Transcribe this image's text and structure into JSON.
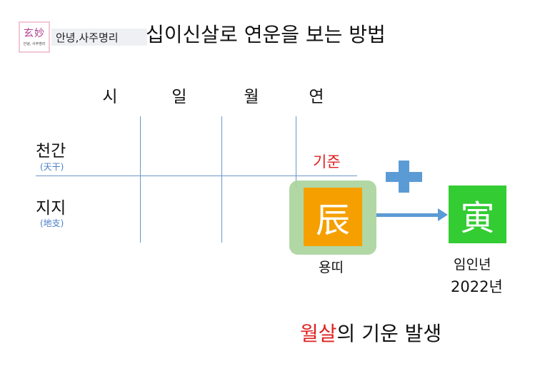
{
  "header": {
    "logo_hanja": "玄妙",
    "logo_sub": "안녕, 사주명리",
    "brand": "안녕,사주명리",
    "title": "십이신살로 연운을 보는 방법"
  },
  "columns": [
    "시",
    "일",
    "월",
    "연"
  ],
  "rows": [
    {
      "label": "천간",
      "hanja": "(天干)"
    },
    {
      "label": "지지",
      "hanja": "(地支)"
    }
  ],
  "base_label": "기준",
  "reference": {
    "char": "辰",
    "caption": "용띠"
  },
  "year": {
    "char": "寅",
    "caption_line1": "임인년",
    "caption_line2": "2022년"
  },
  "result": {
    "highlight": "월살",
    "rest": "의 기운 발생"
  },
  "colors": {
    "reference_box": "#f5a000",
    "reference_glow": "#a9d39b",
    "year_box": "#33cc33",
    "connector": "#5b9bd5",
    "highlight_text": "#e02020",
    "hanja_text": "#4a7ec8"
  }
}
